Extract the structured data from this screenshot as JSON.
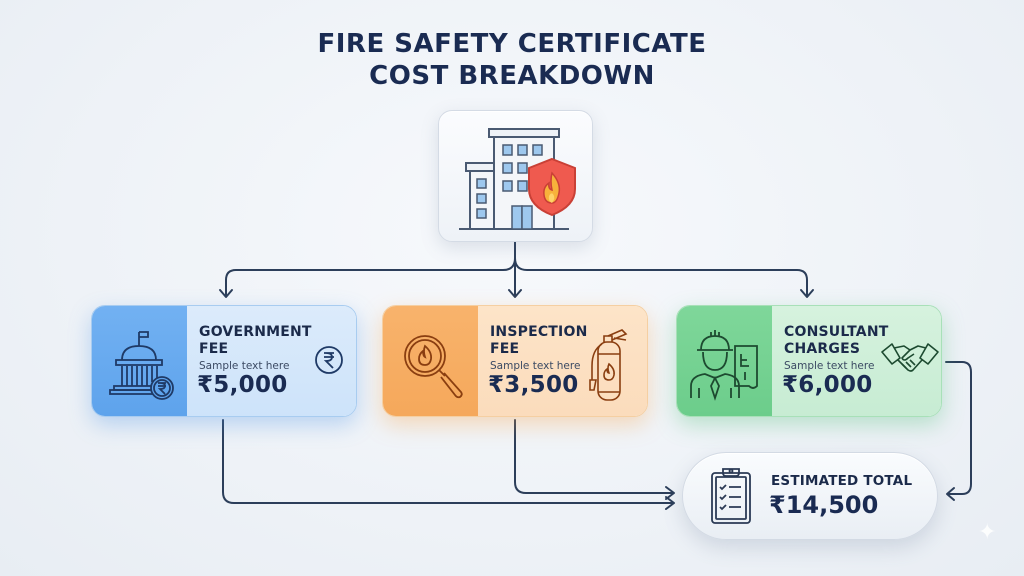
{
  "title": {
    "line1": "FIRE SAFETY CERTIFICATE",
    "line2": "COST BREAKDOWN"
  },
  "hero": {
    "icon": "building-with-fire-shield-icon"
  },
  "cards": [
    {
      "id": "government-fee",
      "label_line1": "GOVERNMENT",
      "label_line2": "FEE",
      "subtext": "Sample text here",
      "amount": "₹5,000",
      "left_icon": "government-building-rupee-icon",
      "right_icon": "rupee-circle-icon",
      "accent": "#5ea3ec"
    },
    {
      "id": "inspection-fee",
      "label_line1": "INSPECTION",
      "label_line2": "FEE",
      "subtext": "Sample text here",
      "amount": "₹3,500",
      "left_icon": "magnifier-fire-icon",
      "right_icon": "fire-extinguisher-icon",
      "accent": "#f5a85b"
    },
    {
      "id": "consultant-charges",
      "label_line1": "CONSULTANT",
      "label_line2": "CHARGES",
      "subtext": "Sample text here",
      "amount": "₹6,000",
      "left_icon": "engineer-blueprint-icon",
      "right_icon": "handshake-icon",
      "accent": "#6ccd8b"
    }
  ],
  "total": {
    "label": "ESTIMATED TOTAL",
    "amount": "₹14,500",
    "icon": "clipboard-checklist-icon"
  },
  "colors": {
    "title": "#1a2b52",
    "connector": "#2c3e5a",
    "blue": "#5ea3ec",
    "orange": "#f5a85b",
    "green": "#6ccd8b",
    "shield_red": "#ef5a4f"
  }
}
